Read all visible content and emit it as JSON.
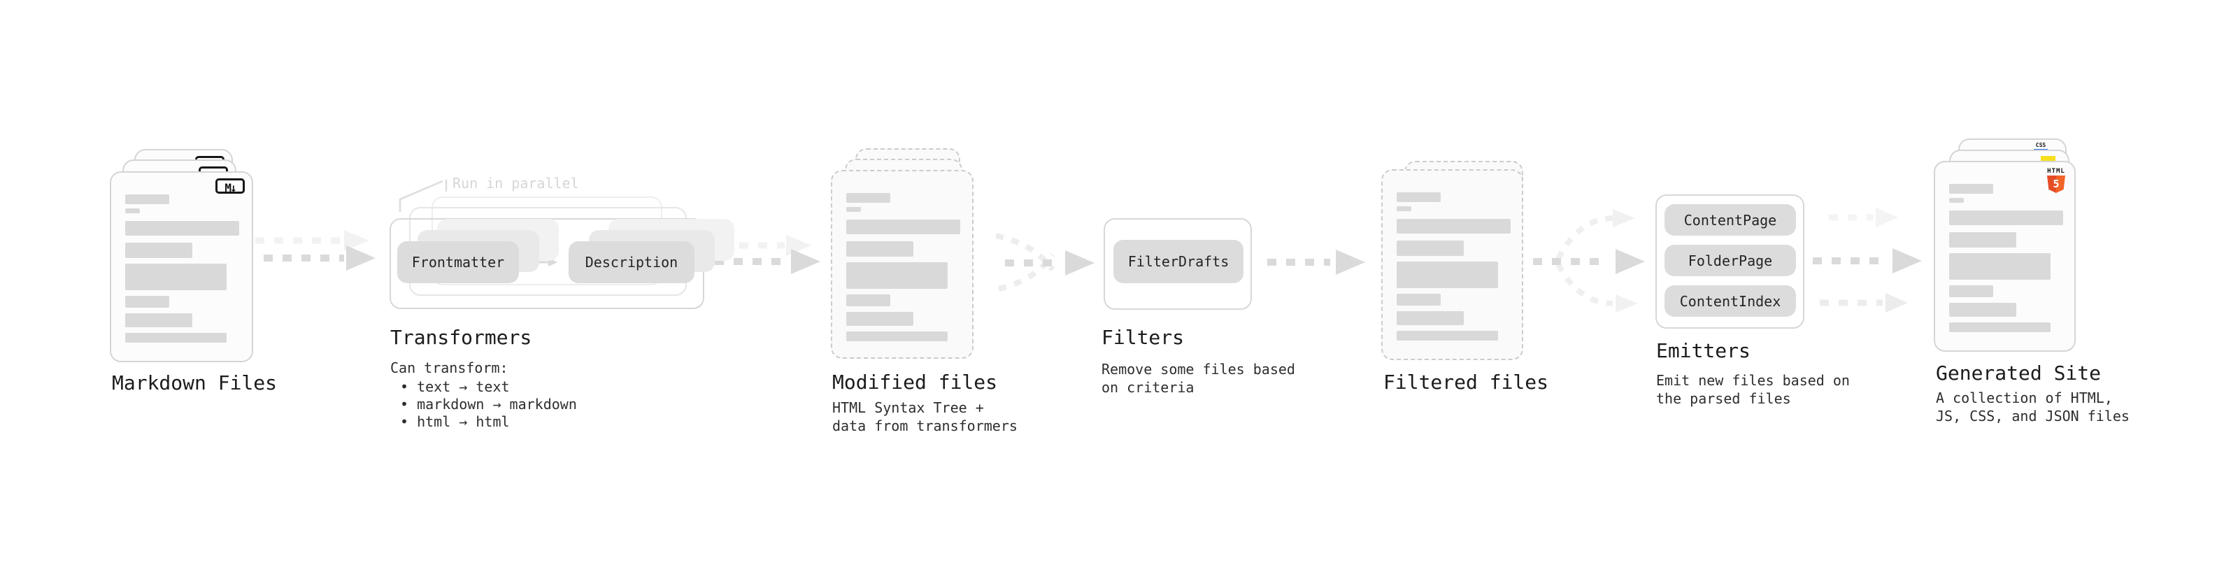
{
  "diagram": {
    "parallel_note": "Run in parallel",
    "colors": {
      "html5_orange": "#e44d26",
      "js_yellow": "#f7df1e",
      "css_blue": "#2b72e8",
      "bar_gray": "#d9d9d9"
    },
    "badges": {
      "markdown": "M↓",
      "css": "CSS",
      "html_word": "HTML",
      "html_number": "5"
    },
    "nodes": {
      "markdown_files": {
        "title": "Markdown Files"
      },
      "transformers": {
        "title": "Transformers",
        "pills": [
          "Frontmatter",
          "Description"
        ],
        "subtitle": "Can transform:",
        "bullets": [
          "• text → text",
          "• markdown → markdown",
          "• html → html"
        ]
      },
      "modified_files": {
        "title": "Modified files",
        "subtitle_lines": [
          "HTML Syntax Tree +",
          "data from transformers"
        ]
      },
      "filters": {
        "title": "Filters",
        "pills": [
          "FilterDrafts"
        ],
        "subtitle_lines": [
          "Remove some files based",
          "on criteria"
        ]
      },
      "filtered_files": {
        "title": "Filtered files"
      },
      "emitters": {
        "title": "Emitters",
        "pills": [
          "ContentPage",
          "FolderPage",
          "ContentIndex"
        ],
        "subtitle_lines": [
          "Emit new files based on",
          "the parsed files"
        ]
      },
      "generated_site": {
        "title": "Generated Site",
        "subtitle_lines": [
          "A collection of HTML,",
          "JS, CSS, and JSON files"
        ]
      }
    }
  }
}
